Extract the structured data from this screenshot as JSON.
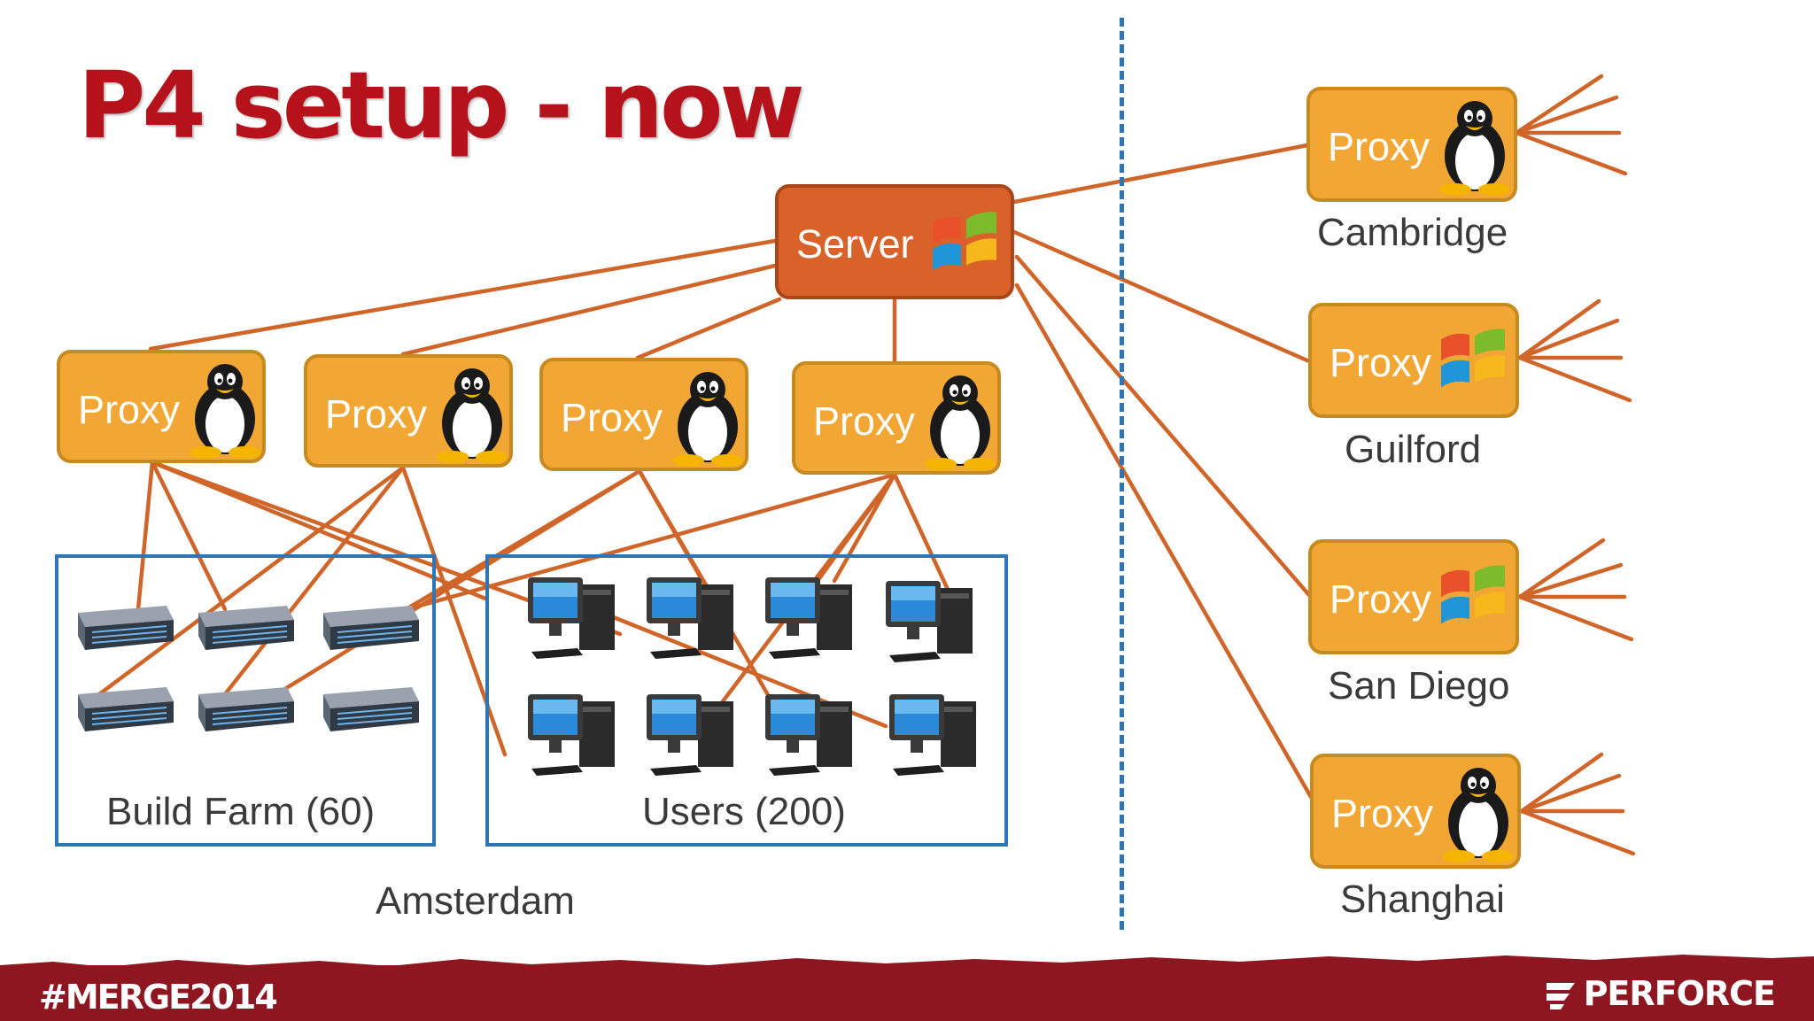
{
  "slide": {
    "title": "P4 setup - now",
    "footer_hashtag": "#MERGE2014",
    "footer_brand": "PERFORCE"
  },
  "server": {
    "label": "Server",
    "os": "windows-icon"
  },
  "local_proxies": [
    {
      "label": "Proxy",
      "os": "linux-penguin-icon"
    },
    {
      "label": "Proxy",
      "os": "linux-penguin-icon"
    },
    {
      "label": "Proxy",
      "os": "linux-penguin-icon"
    },
    {
      "label": "Proxy",
      "os": "linux-penguin-icon"
    }
  ],
  "remote_proxies": [
    {
      "label": "Proxy",
      "os": "linux-penguin-icon",
      "site": "Cambridge"
    },
    {
      "label": "Proxy",
      "os": "windows-icon",
      "site": "Guilford"
    },
    {
      "label": "Proxy",
      "os": "windows-icon",
      "site": "San Diego"
    },
    {
      "label": "Proxy",
      "os": "linux-penguin-icon",
      "site": "Shanghai"
    }
  ],
  "groups": {
    "build_farm": {
      "label": "Build Farm (60)",
      "icon": "rack-server-icon"
    },
    "users": {
      "label": "Users (200)",
      "icon": "desktop-computer-icon"
    }
  },
  "local_site": "Amsterdam",
  "colors": {
    "title": "#b5121b",
    "proxy_fill": "#f2a735",
    "server_fill": "#d9622b",
    "connector": "#d0652a",
    "group_border": "#2e75b6",
    "footer": "#8e1620"
  }
}
